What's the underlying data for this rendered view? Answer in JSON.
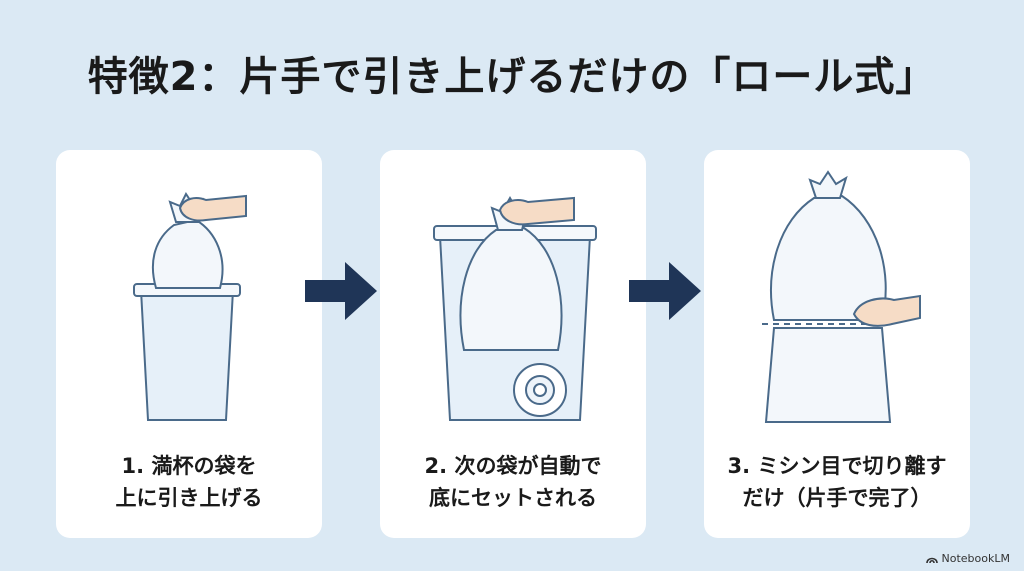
{
  "title": "特徴2：片手で引き上げるだけの「ロール式」",
  "steps": [
    {
      "line1": "1. 満杯の袋を",
      "line2": "上に引き上げる"
    },
    {
      "line1": "2. 次の袋が自動で",
      "line2": "底にセットされる"
    },
    {
      "line1": "3. ミシン目で切り離す",
      "line2": "だけ（片手で完了）"
    }
  ],
  "brand": {
    "label": "NotebookLM",
    "icon": "notebooklm-logo-icon"
  },
  "colors": {
    "background": "#dbe9f4",
    "card": "#ffffff",
    "arrow": "#1f3557",
    "bin": "#e6f0f9",
    "outline": "#4a6a8a"
  }
}
